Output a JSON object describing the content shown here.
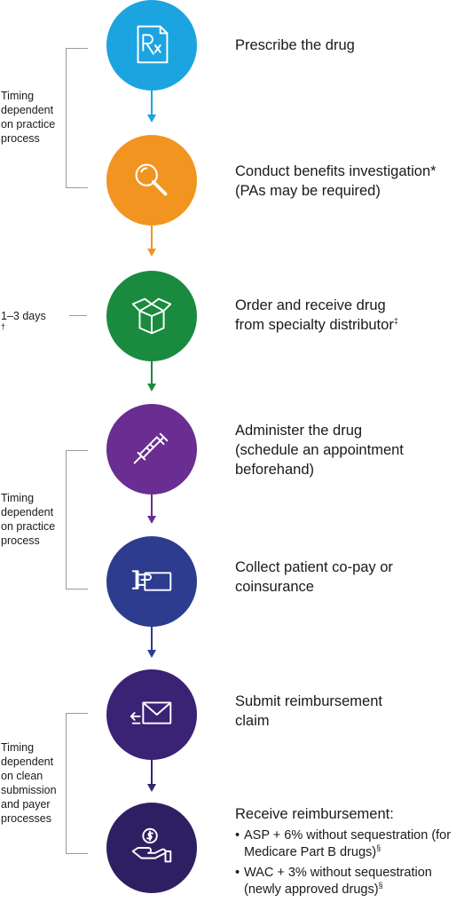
{
  "steps": [
    {
      "title": "Prescribe the drug",
      "color": "#1ba4e0",
      "icon": "prescription-icon"
    },
    {
      "title": "Conduct benefits investigation*",
      "title2": "(PAs may be required)",
      "color": "#f29420",
      "icon": "magnifier-icon"
    },
    {
      "title": "Order and receive drug",
      "title2": "from specialty distributor",
      "sup2": "‡",
      "color": "#1a8a3f",
      "icon": "box-icon"
    },
    {
      "title": "Administer the drug",
      "title2": "(schedule an appointment",
      "title3": "beforehand)",
      "color": "#6a2d91",
      "icon": "syringe-icon"
    },
    {
      "title": "Collect patient co-pay or",
      "title2": "coinsurance",
      "color": "#2d3c8f",
      "icon": "payment-card-icon"
    },
    {
      "title": "Submit reimbursement",
      "title2": "claim",
      "color": "#3a2274",
      "icon": "envelope-icon"
    },
    {
      "title": "Receive reimbursement:",
      "color": "#2e1f63",
      "icon": "money-hand-icon",
      "bullets": [
        {
          "dot": "•",
          "l1": "ASP + 6% without sequestration (for",
          "l2": "Medicare Part B drugs)",
          "sup": "§"
        },
        {
          "dot": "•",
          "l1": "WAC + 3% without sequestration",
          "l2": "(newly approved drugs)",
          "sup": "§"
        }
      ]
    }
  ],
  "timing": {
    "t1": [
      "Timing",
      "dependent",
      "on practice",
      "process"
    ],
    "t2_label": "1–3 days",
    "t2_sup": "†",
    "t3": [
      "Timing",
      "dependent",
      "on practice",
      "process"
    ],
    "t4": [
      "Timing",
      "dependent",
      "on clean",
      "submission",
      "and payer",
      "processes"
    ]
  }
}
